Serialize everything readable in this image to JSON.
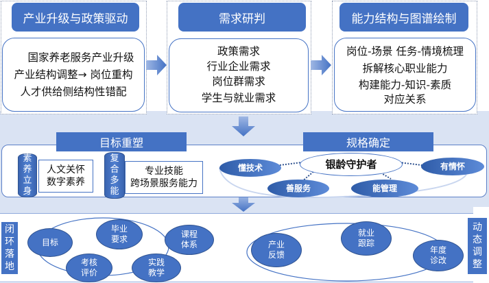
{
  "top": [
    {
      "title": "产业升级与政策驱动",
      "lines": [
        "国家养老服务产业升级",
        "产业结构调整→ 岗位重构",
        "人才供给侧结构性错配"
      ]
    },
    {
      "title": "需求研判",
      "lines": [
        "政策需求",
        "行业企业需求",
        "岗位群需求",
        "学生与就业需求"
      ]
    },
    {
      "title": "能力结构与图谱绘制",
      "lines": [
        "岗位-场景 任务-情境梳理",
        "拆解核心职业能力",
        "构建能力-知识-素质",
        "对应关系"
      ]
    }
  ],
  "goal": {
    "title": "目标重塑",
    "cyl1": [
      "素",
      "养",
      "立",
      "身"
    ],
    "box1": [
      "人文关怀",
      "数字素养"
    ],
    "cyl2": [
      "复",
      "合",
      "多",
      "能"
    ],
    "box2": [
      "专业技能",
      "跨场景服务能力"
    ]
  },
  "spec": {
    "title": "规格确定",
    "center": "银龄守护者",
    "nodes": [
      "懂技术",
      "善服务",
      "能管理",
      "有情怀"
    ]
  },
  "loop": {
    "left_label": [
      "闭",
      "环",
      "落",
      "地"
    ],
    "right_label": [
      "动",
      "态",
      "调",
      "整"
    ],
    "left_nodes": [
      [
        "目标"
      ],
      [
        "毕业",
        "要求"
      ],
      [
        "课程",
        "体系"
      ],
      [
        "实践",
        "教学"
      ],
      [
        "考核",
        "评价"
      ]
    ],
    "right_nodes": [
      [
        "产业",
        "反馈"
      ],
      [
        "就业",
        "跟踪"
      ],
      [
        "年度",
        "诊改"
      ]
    ]
  },
  "colors": {
    "accent": "#4472c4",
    "band": "#dae3f3"
  }
}
